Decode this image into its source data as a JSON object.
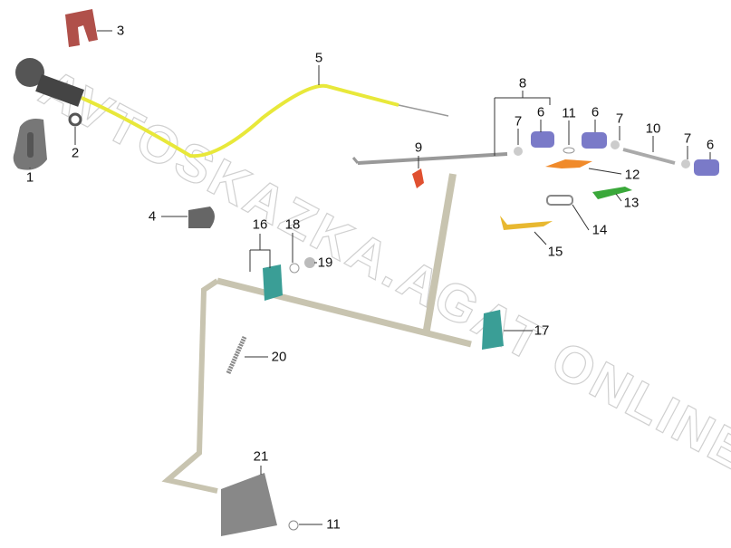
{
  "watermark": "AVTOSKAZKA.AGAT ONLINE",
  "callouts": [
    {
      "id": "c1",
      "text": "1"
    },
    {
      "id": "c2",
      "text": "2"
    },
    {
      "id": "c3",
      "text": "3"
    },
    {
      "id": "c4",
      "text": "4"
    },
    {
      "id": "c5",
      "text": "5"
    },
    {
      "id": "c6a",
      "text": "6"
    },
    {
      "id": "c6b",
      "text": "6"
    },
    {
      "id": "c6c",
      "text": "6"
    },
    {
      "id": "c7a",
      "text": "7"
    },
    {
      "id": "c7b",
      "text": "7"
    },
    {
      "id": "c7c",
      "text": "7"
    },
    {
      "id": "c8",
      "text": "8"
    },
    {
      "id": "c9",
      "text": "9"
    },
    {
      "id": "c10",
      "text": "10"
    },
    {
      "id": "c11a",
      "text": "11"
    },
    {
      "id": "c11b",
      "text": "11"
    },
    {
      "id": "c12",
      "text": "12"
    },
    {
      "id": "c13",
      "text": "13"
    },
    {
      "id": "c14",
      "text": "14"
    },
    {
      "id": "c15",
      "text": "15"
    },
    {
      "id": "c16",
      "text": "16"
    },
    {
      "id": "c17",
      "text": "17"
    },
    {
      "id": "c18",
      "text": "18"
    },
    {
      "id": "c19",
      "text": "19"
    },
    {
      "id": "c20",
      "text": "20"
    },
    {
      "id": "c21",
      "text": "21"
    }
  ],
  "colors": {
    "cable": "#e8e83a",
    "bracket": "#3a9e96",
    "cap": "#7a7ac8",
    "orange": "#f08a2a",
    "green": "#3aa83a",
    "yellow": "#e8b830",
    "red": "#b0504a",
    "metal": "#c8c4b0"
  }
}
